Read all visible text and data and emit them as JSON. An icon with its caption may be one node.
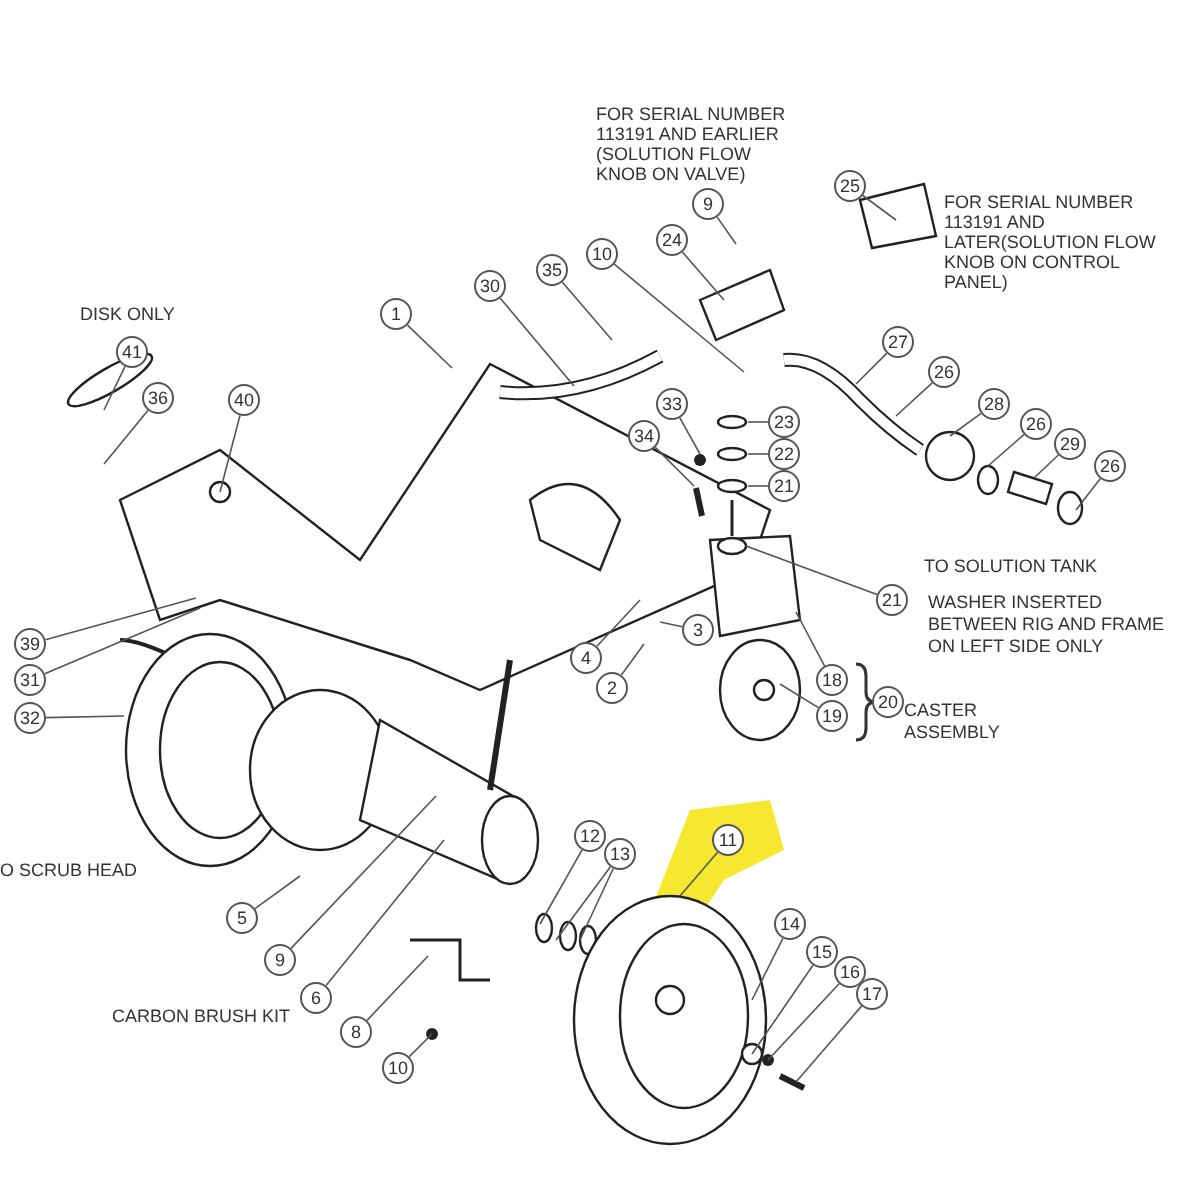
{
  "diagram": {
    "nodes": [
      {
        "text": [
          "25"
        ]
      },
      {
        "text": [
          "9"
        ]
      },
      {
        "text": [
          "24"
        ]
      },
      {
        "text": [
          "10"
        ]
      },
      {
        "text": [
          "35"
        ]
      },
      {
        "text": [
          "30"
        ]
      },
      {
        "text": [
          "1"
        ]
      },
      {
        "text": [
          "41"
        ],
        "beside": [
          "DISK ONLY"
        ]
      },
      {
        "text": [
          "27"
        ]
      },
      {
        "text": [
          "26"
        ]
      },
      {
        "text": [
          "36"
        ]
      },
      {
        "text": [
          "40"
        ]
      },
      {
        "text": [
          "33"
        ]
      },
      {
        "text": [
          "28"
        ]
      },
      {
        "text": [
          "26"
        ]
      },
      {
        "text": [
          "23"
        ]
      },
      {
        "text": [
          "34"
        ]
      },
      {
        "text": [
          "29"
        ]
      },
      {
        "text": [
          "22"
        ]
      },
      {
        "text": [
          "26"
        ]
      },
      {
        "text": [
          "21"
        ]
      },
      {
        "text": [
          "21"
        ],
        "beside": [
          "WASHER INSERTED BETWEEN RIG AND FRAME ON LEFT SIDE ONLY"
        ]
      },
      {
        "text": [
          "3"
        ]
      },
      {
        "text": [
          "39"
        ]
      },
      {
        "text": [
          "4"
        ]
      },
      {
        "text": [
          "31"
        ]
      },
      {
        "text": [
          "18"
        ]
      },
      {
        "text": [
          "2"
        ]
      },
      {
        "text": [
          "20"
        ],
        "beside": [
          "CASTER ASSEMBLY"
        ]
      },
      {
        "text": [
          "19"
        ]
      },
      {
        "text": [
          "32"
        ]
      },
      {
        "text": [
          "12"
        ]
      },
      {
        "text": [
          "11"
        ]
      },
      {
        "text": [
          "13"
        ]
      },
      {
        "text": [
          "5"
        ]
      },
      {
        "text": [
          "14"
        ]
      },
      {
        "text": [
          "15"
        ]
      },
      {
        "text": [
          "9"
        ]
      },
      {
        "text": [
          "16"
        ]
      },
      {
        "text": [
          "6"
        ]
      },
      {
        "text": [
          "8"
        ]
      },
      {
        "text": [
          "17"
        ]
      },
      {
        "text": [
          "10"
        ]
      }
    ],
    "edges": [
      {
        "from": 0,
        "to": null,
        "arrow": "none"
      },
      {
        "from": 1,
        "to": null,
        "arrow": "none"
      },
      {
        "from": 2,
        "to": null,
        "arrow": "none"
      },
      {
        "from": 3,
        "to": null,
        "arrow": "none"
      },
      {
        "from": 4,
        "to": null,
        "arrow": "none"
      },
      {
        "from": 5,
        "to": null,
        "arrow": "none"
      },
      {
        "from": 6,
        "to": null,
        "arrow": "none"
      },
      {
        "from": 7,
        "to": null,
        "arrow": "none"
      },
      {
        "from": 8,
        "to": null,
        "arrow": "none"
      },
      {
        "from": 9,
        "to": null,
        "arrow": "none"
      },
      {
        "from": 10,
        "to": null,
        "arrow": "none"
      },
      {
        "from": 11,
        "to": null,
        "arrow": "none"
      },
      {
        "from": 12,
        "to": null,
        "arrow": "none"
      },
      {
        "from": 13,
        "to": null,
        "arrow": "none"
      },
      {
        "from": 14,
        "to": null,
        "arrow": "none"
      },
      {
        "from": 15,
        "to": null,
        "arrow": "none"
      },
      {
        "from": 16,
        "to": null,
        "arrow": "none"
      },
      {
        "from": 17,
        "to": null,
        "arrow": "none"
      },
      {
        "from": 18,
        "to": null,
        "arrow": "none"
      },
      {
        "from": 19,
        "to": null,
        "arrow": "none"
      },
      {
        "from": 20,
        "to": null,
        "arrow": "none"
      },
      {
        "from": 21,
        "to": null,
        "arrow": "none"
      },
      {
        "from": 22,
        "to": null,
        "arrow": "none"
      },
      {
        "from": 23,
        "to": null,
        "arrow": "none"
      },
      {
        "from": 24,
        "to": null,
        "arrow": "none"
      },
      {
        "from": 25,
        "to": null,
        "arrow": "none"
      },
      {
        "from": 26,
        "to": null,
        "arrow": "none"
      },
      {
        "from": 27,
        "to": null,
        "arrow": "none"
      },
      {
        "from": 29,
        "to": null,
        "arrow": "none"
      },
      {
        "from": 30,
        "to": null,
        "arrow": "none"
      },
      {
        "from": 31,
        "to": null,
        "arrow": "none"
      },
      {
        "from": 32,
        "to": null,
        "arrow": "none"
      },
      {
        "from": 33,
        "to": null,
        "arrow": "none"
      },
      {
        "from": 33,
        "to": null,
        "arrow": "none"
      },
      {
        "from": 34,
        "to": null,
        "arrow": "none"
      },
      {
        "from": 35,
        "to": null,
        "arrow": "none"
      },
      {
        "from": 36,
        "to": null,
        "arrow": "none"
      },
      {
        "from": 37,
        "to": null,
        "arrow": "none"
      },
      {
        "from": 38,
        "to": null,
        "arrow": "none"
      },
      {
        "from": 39,
        "to": null,
        "arrow": "none"
      },
      {
        "from": 40,
        "to": null,
        "arrow": "none"
      },
      {
        "from": 41,
        "to": null,
        "arrow": "none"
      },
      {
        "from": 42,
        "to": null,
        "arrow": "none"
      }
    ],
    "labels": [
      "FOR SERIAL NUMBER 113191 AND EARLIER (SOLUTION FLOW KNOB ON VALVE)",
      "FOR SERIAL NUMBER 113191 AND LATER(SOLUTION FLOW KNOB ON CONTROL PANEL)",
      "TO SOLUTION TANK",
      "O SCRUB HEAD",
      "CARBON BRUSH KIT"
    ]
  }
}
